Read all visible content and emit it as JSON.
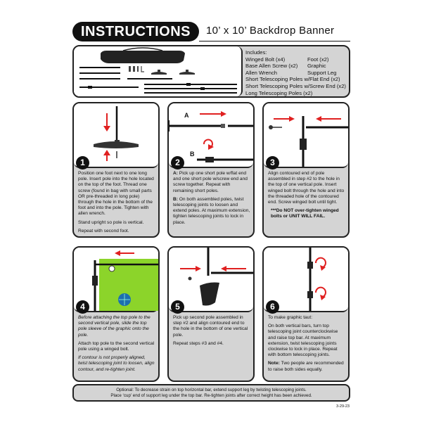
{
  "header": {
    "title": "INSTRUCTIONS",
    "subtitle": "10’ x 10’ Backdrop Banner"
  },
  "includes": {
    "heading": "Includes:",
    "items_left": [
      "Winged Bolt (x4)",
      "Base Allen Screw (x2)",
      "Allen Wrench"
    ],
    "items_right": [
      "Foot (x2)",
      "Graphic",
      "Support Leg"
    ],
    "items_full": [
      "Short Telescoping Poles w/Flat End (x2)",
      "Short Telescoping Poles w/Screw End (x2)",
      "Long Telescoping Poles (x2)"
    ]
  },
  "steps": [
    {
      "number": "1",
      "paragraphs": [
        "Position one foot next to one long pole. Insert pole into the hole located on the top of the foot. Thread one screw (found in bag with small parts OR pre-threaded in long pole) through the hole in the bottom of the foot and into the pole. Tighten with allen wrench.",
        "Stand upright so pole is vertical.",
        "Repeat with second foot."
      ]
    },
    {
      "number": "2",
      "label_a": "A",
      "label_b": "B",
      "a_prefix": "A:",
      "a_text": " Pick up one short pole w/flat end and one short pole w/screw end and screw together. Repeat with remaining short poles.",
      "b_prefix": "B:",
      "b_text": " On both assembled poles, twist telescoping joints to loosen and extend poles. At maximum extension, tighten telescoping joints to lock in place."
    },
    {
      "number": "3",
      "paragraphs": [
        "Align contoured end of pole assembled in step #2 to the hole in the top of one vertical pole. Insert winged bolt through the hole and into the threaded hole of the contoured end. Screw winged bolt until tight."
      ],
      "warning": "***Do NOT over-tighten winged bolts or UNIT WILL FAIL."
    },
    {
      "number": "4",
      "paragraphs_italic_1": "Before attaching the top pole to the second vertical pole, slide the top pole sleeve of the graphic onto the pole.",
      "paragraph": "Attach top pole to the second vertical pole using a winged bolt.",
      "paragraphs_italic_2": "If contour is not properly aligned, twist telescoping joint to loosen, align contour, and re-tighten joint."
    },
    {
      "number": "5",
      "paragraphs": [
        "Pick up second pole assembled in step #2 and align contoured end to the hole in the bottom of one vertical pole.",
        "Repeat steps #3 and #4."
      ]
    },
    {
      "number": "6",
      "paragraphs": [
        "To make graphic taut:",
        "On both vertical bars, turn top telescoping joint counterclockwise and raise top bar. At maximum extension, twist telescoping joints clockwise to lock in place. Repeat with bottom telescoping joints."
      ],
      "note_prefix": "Note:",
      "note_text": " Two people are recommended to raise both sides equally."
    }
  ],
  "optional": {
    "line1": "Optional: To decrease strain on top horizontal bar, extend support leg by twisting telescoping joints.",
    "line2": "Place ‘cup’ end of support leg under the top bar. Re-tighten joints after correct height has been achieved."
  },
  "date": "3-29-23",
  "colors": {
    "arrow": "#e02020",
    "graphic_green": "#8cd42a",
    "panel_text_bg": "#d4d4d4",
    "outline": "#222222"
  }
}
